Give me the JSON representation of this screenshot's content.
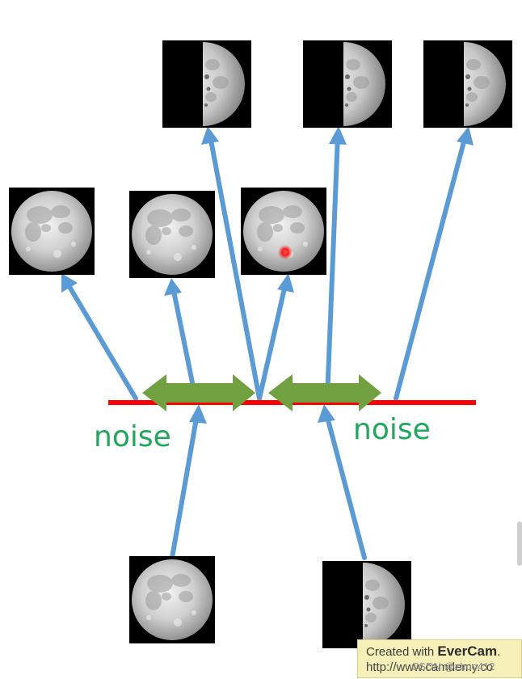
{
  "labels": {
    "noise_left": "noise",
    "noise_right": "noise"
  },
  "moons": {
    "bottom_left": "full-moon",
    "bottom_right": "half-moon",
    "middle_1": "full-moon",
    "middle_2": "full-moon",
    "middle_3": "full-moon-with-red-dot",
    "top_1": "half-moon",
    "top_2": "half-moon",
    "top_3": "half-moon"
  },
  "colors": {
    "arrow_blue": "#5b9bd5",
    "noise_bar_red": "#ff0000",
    "noise_range_green": "#70a040",
    "noise_label_green": "#1fa85b",
    "red_dot": "#ff2020"
  },
  "watermark": {
    "line1_prefix": "Created with ",
    "brand": "EverCam",
    "line1_suffix": ".",
    "line2": "http://www.camdemy.co",
    "overlay": "CSDN @zhuo412"
  }
}
